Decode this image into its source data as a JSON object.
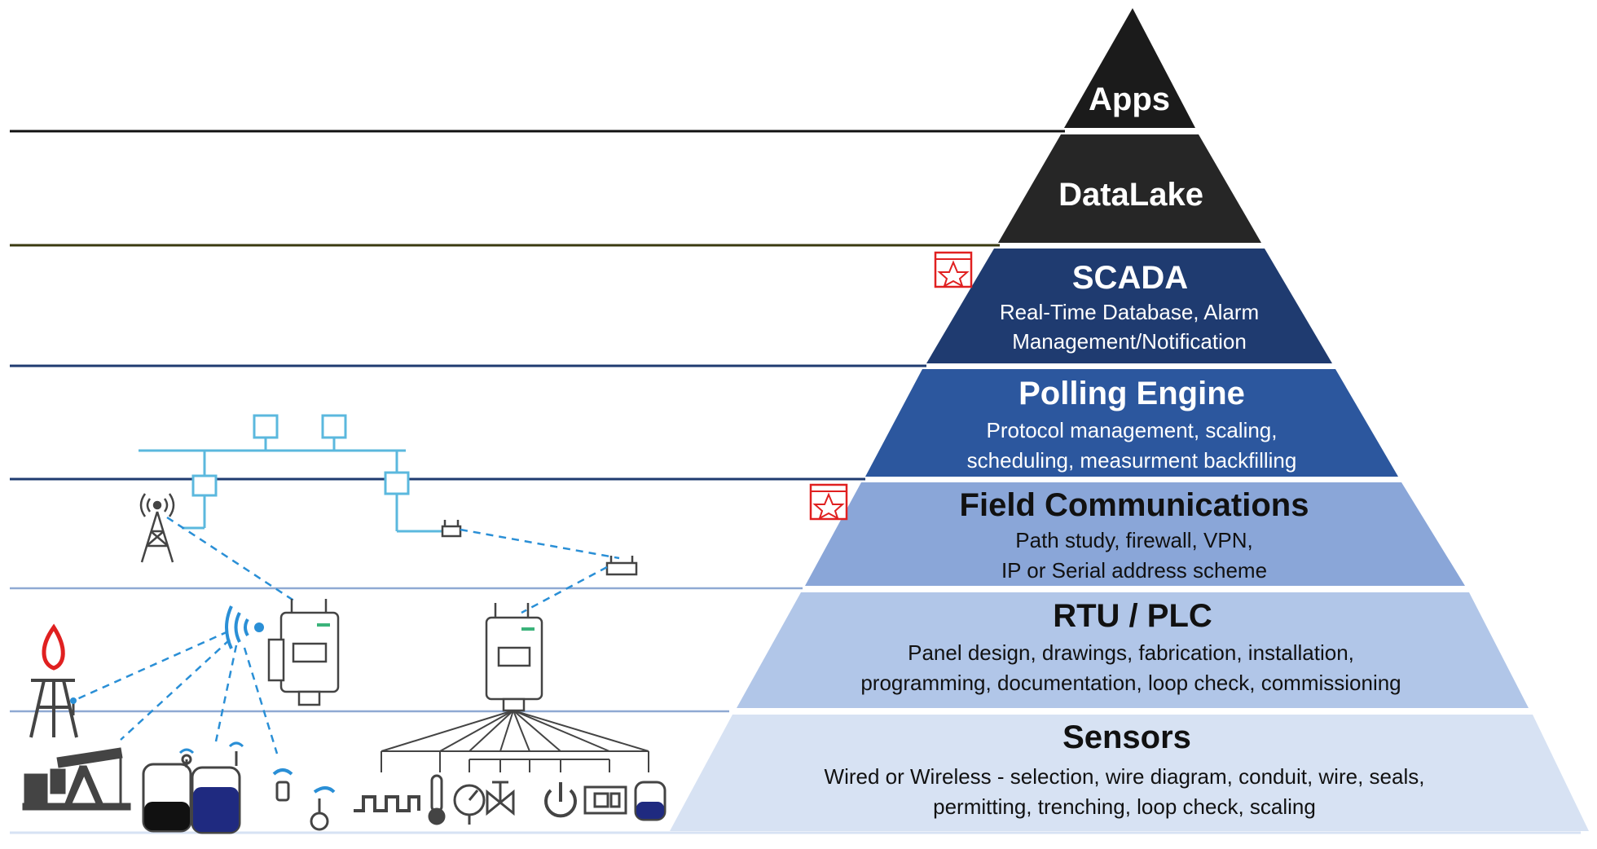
{
  "pyramid": {
    "layers": [
      {
        "id": "apps",
        "title": "Apps",
        "desc": [],
        "color": "#1b1b1b",
        "text_color": "#ffffff"
      },
      {
        "id": "datalake",
        "title": "DataLake",
        "desc": [],
        "color": "#262626",
        "text_color": "#ffffff"
      },
      {
        "id": "scada",
        "title": "SCADA",
        "desc": [
          "Real-Time Database, Alarm",
          "Management/Notification"
        ],
        "color": "#1f3b70",
        "text_color": "#ffffff"
      },
      {
        "id": "polling",
        "title": "Polling Engine",
        "desc": [
          "Protocol management, scaling,",
          "scheduling, measurment backfilling"
        ],
        "color": "#2c579e",
        "text_color": "#ffffff"
      },
      {
        "id": "fieldcomm",
        "title": "Field Communications",
        "desc": [
          "Path study, firewall, VPN,",
          "IP or Serial address scheme"
        ],
        "color": "#8aa6d8",
        "text_color": "#111111"
      },
      {
        "id": "rtu",
        "title": "RTU / PLC",
        "desc": [
          "Panel design, drawings, fabrication, installation,",
          "programming, documentation, loop check, commissioning"
        ],
        "color": "#b1c6e8",
        "text_color": "#111111"
      },
      {
        "id": "sensors",
        "title": "Sensors",
        "desc": [
          "Wired or Wireless -  selection, wire diagram, conduit, wire, seals,",
          "permitting, trenching, loop check, scaling"
        ],
        "color": "#d7e2f3",
        "text_color": "#111111"
      }
    ]
  },
  "colors": {
    "separator_dark": "#111111",
    "separator_olive": "#3a3a10",
    "separator_navy": "#1f3b70",
    "separator_light": "#8fa9d3",
    "network": "#5bb8de",
    "wireless": "#2a8fd6",
    "icon_gray": "#444444",
    "flame": "#e02020",
    "badge": "#e02020",
    "tank_fill_dark": "#111111",
    "tank_fill_navy": "#1f2a80"
  },
  "icons": {
    "badge": "shield-badge-icon",
    "antenna": "radio-tower-icon",
    "wireless": "wireless-signal-icon",
    "rtu": "rtu-device-icon",
    "router": "router-icon",
    "flare": "gas-flare-icon",
    "pumpjack": "pumpjack-icon",
    "tank": "storage-tank-icon",
    "sensor": "wireless-sensor-icon",
    "pulse": "pulse-signal-icon",
    "thermometer": "thermometer-icon",
    "gauge": "pressure-gauge-icon",
    "valve": "valve-icon",
    "power": "power-icon",
    "meter": "meter-icon"
  }
}
